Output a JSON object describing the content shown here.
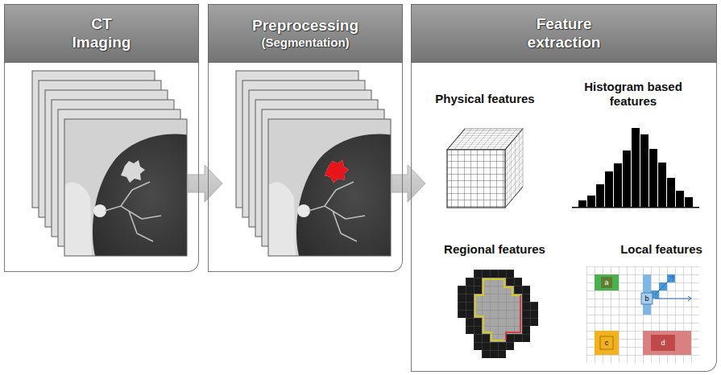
{
  "diagram": {
    "nodes": [
      {
        "text": [
          "CT Imaging"
        ]
      },
      {
        "text": [
          "Preprocessing",
          "(Segmentation)"
        ]
      },
      {
        "text": [
          "Feature extraction"
        ]
      }
    ],
    "edges": [
      {
        "from": 0,
        "to": 1,
        "arrow": "to"
      },
      {
        "from": 1,
        "to": 2,
        "arrow": "to"
      }
    ],
    "labels": [
      "Physical features",
      "Histogram based features",
      "Regional features",
      "Local features",
      "a",
      "b",
      "c",
      "d"
    ]
  }
}
